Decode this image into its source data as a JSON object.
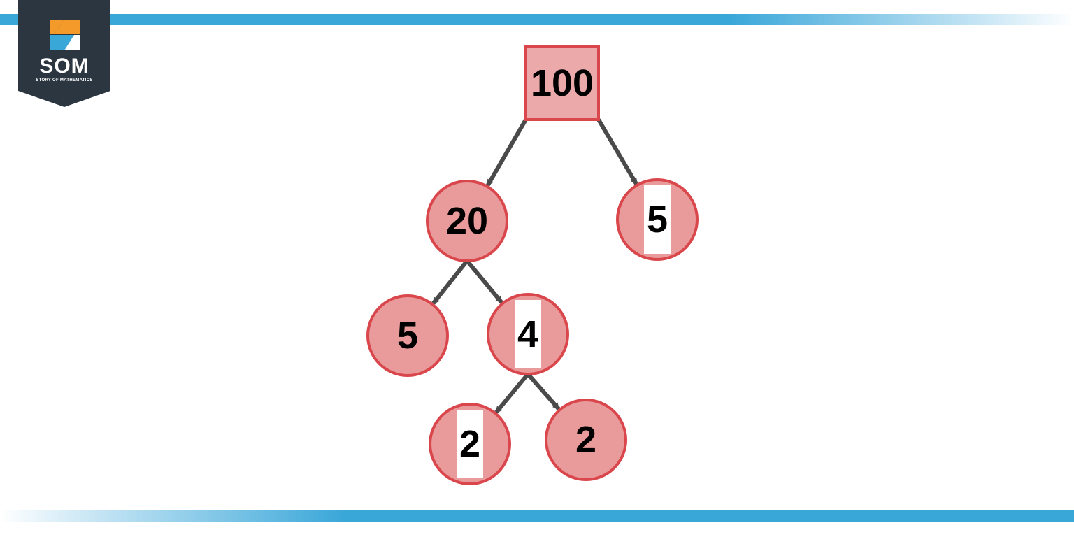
{
  "logo": {
    "name": "SOM",
    "tagline": "STORY OF MATHEMATICS"
  },
  "colors": {
    "stripe": "#3aa7d9",
    "node_fill": "#e99a9b",
    "node_border": "#d9474c",
    "root_fill": "#eba9aa",
    "edge": "#4a4a4a",
    "logo_bg": "#2b3640",
    "logo_orange": "#f39a2b",
    "logo_blue": "#3aa7d9"
  },
  "tree": {
    "nodes": [
      {
        "id": "n100",
        "label": "100",
        "shape": "square",
        "boxed": false
      },
      {
        "id": "n20",
        "label": "20",
        "shape": "circle",
        "boxed": false
      },
      {
        "id": "n5a",
        "label": "5",
        "shape": "circle",
        "boxed": true
      },
      {
        "id": "n5b",
        "label": "5",
        "shape": "circle",
        "boxed": false
      },
      {
        "id": "n4",
        "label": "4",
        "shape": "circle",
        "boxed": true
      },
      {
        "id": "n2a",
        "label": "2",
        "shape": "circle",
        "boxed": true
      },
      {
        "id": "n2b",
        "label": "2",
        "shape": "circle",
        "boxed": false
      }
    ],
    "edges": [
      {
        "from": "n100",
        "to": "n20"
      },
      {
        "from": "n100",
        "to": "n5a"
      },
      {
        "from": "n20",
        "to": "n5b"
      },
      {
        "from": "n20",
        "to": "n4"
      },
      {
        "from": "n4",
        "to": "n2a"
      },
      {
        "from": "n4",
        "to": "n2b"
      }
    ]
  }
}
